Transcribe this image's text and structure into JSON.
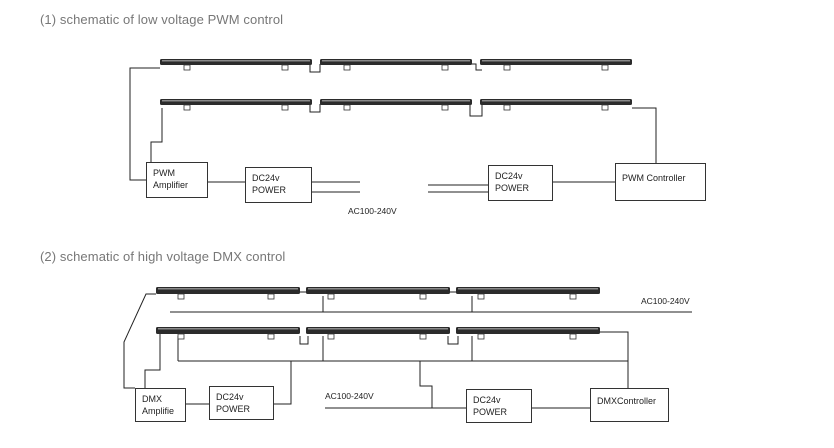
{
  "section1": {
    "title": "(1) schematic of low voltage PWM control",
    "pwm_amplifier": "PWM\nAmplifier",
    "power_left": "DC24v\nPOWER",
    "power_right": "DC24v\nPOWER",
    "controller": "PWM Controller",
    "ac_label": "AC100-240V"
  },
  "section2": {
    "title": "(2) schematic of high voltage DMX control",
    "dmx_amplifier": "DMX\nAmplifie",
    "power_left": "DC24v\nPOWER",
    "power_right": "DC24v\nPOWER",
    "controller": "DMXController",
    "ac_label_top": "AC100-240V",
    "ac_label_bottom": "AC100-240V"
  },
  "colors": {
    "title": "#777777",
    "line": "#222222",
    "bar": "#2b2b2b"
  }
}
